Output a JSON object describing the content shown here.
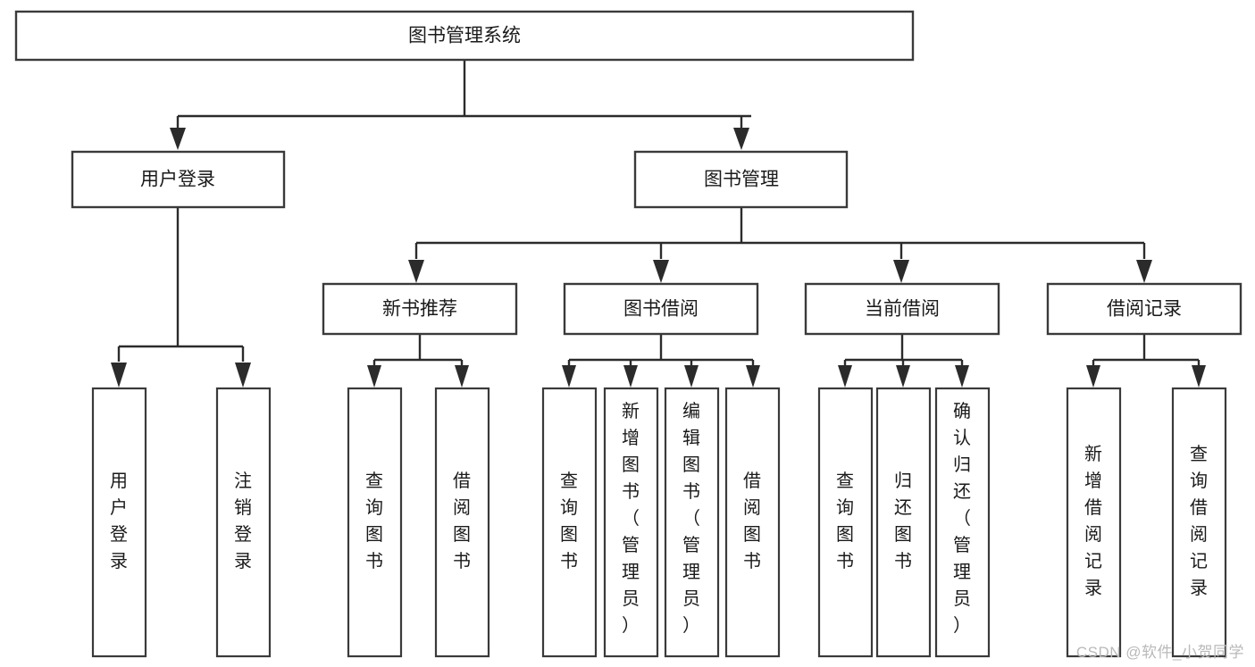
{
  "diagram": {
    "type": "tree-hierarchy",
    "title": "图书管理系统",
    "watermark": "CSDN @软件_小贺同学",
    "colors": {
      "box_stroke": "#3a3a3a",
      "connector": "#2b2b2b",
      "box_fill": "#ffffff",
      "text": "#1a1a1a",
      "watermark": "#b9b9b9",
      "background": "#ffffff"
    },
    "levels": {
      "root": {
        "label": "图书管理系统"
      },
      "level1": [
        {
          "id": "user-login",
          "label": "用户登录"
        },
        {
          "id": "book-manage",
          "label": "图书管理"
        }
      ],
      "level2": [
        {
          "id": "new-book-recommend",
          "label": "新书推荐",
          "parent": "book-manage"
        },
        {
          "id": "book-borrow",
          "label": "图书借阅",
          "parent": "book-manage"
        },
        {
          "id": "current-borrow",
          "label": "当前借阅",
          "parent": "book-manage"
        },
        {
          "id": "borrow-record",
          "label": "借阅记录",
          "parent": "book-manage"
        }
      ],
      "leaves": {
        "user-login": [
          {
            "id": "leaf-user-login",
            "label": "用户登录"
          },
          {
            "id": "leaf-user-logout",
            "label": "注销登录"
          }
        ],
        "new-book-recommend": [
          {
            "id": "leaf-query-book-1",
            "label": "查询图书"
          },
          {
            "id": "leaf-borrow-book-1",
            "label": "借阅图书"
          }
        ],
        "book-borrow": [
          {
            "id": "leaf-query-book-2",
            "label": "查询图书"
          },
          {
            "id": "leaf-add-book",
            "label": "新增图书（管理员）"
          },
          {
            "id": "leaf-edit-book",
            "label": "编辑图书（管理员）"
          },
          {
            "id": "leaf-borrow-book-2",
            "label": "借阅图书"
          }
        ],
        "current-borrow": [
          {
            "id": "leaf-query-book-3",
            "label": "查询图书"
          },
          {
            "id": "leaf-return-book",
            "label": "归还图书"
          },
          {
            "id": "leaf-confirm-return",
            "label": "确认归还（管理员）"
          }
        ],
        "borrow-record": [
          {
            "id": "leaf-add-record",
            "label": "新增借阅记录"
          },
          {
            "id": "leaf-query-record",
            "label": "查询借阅记录"
          }
        ]
      }
    }
  }
}
